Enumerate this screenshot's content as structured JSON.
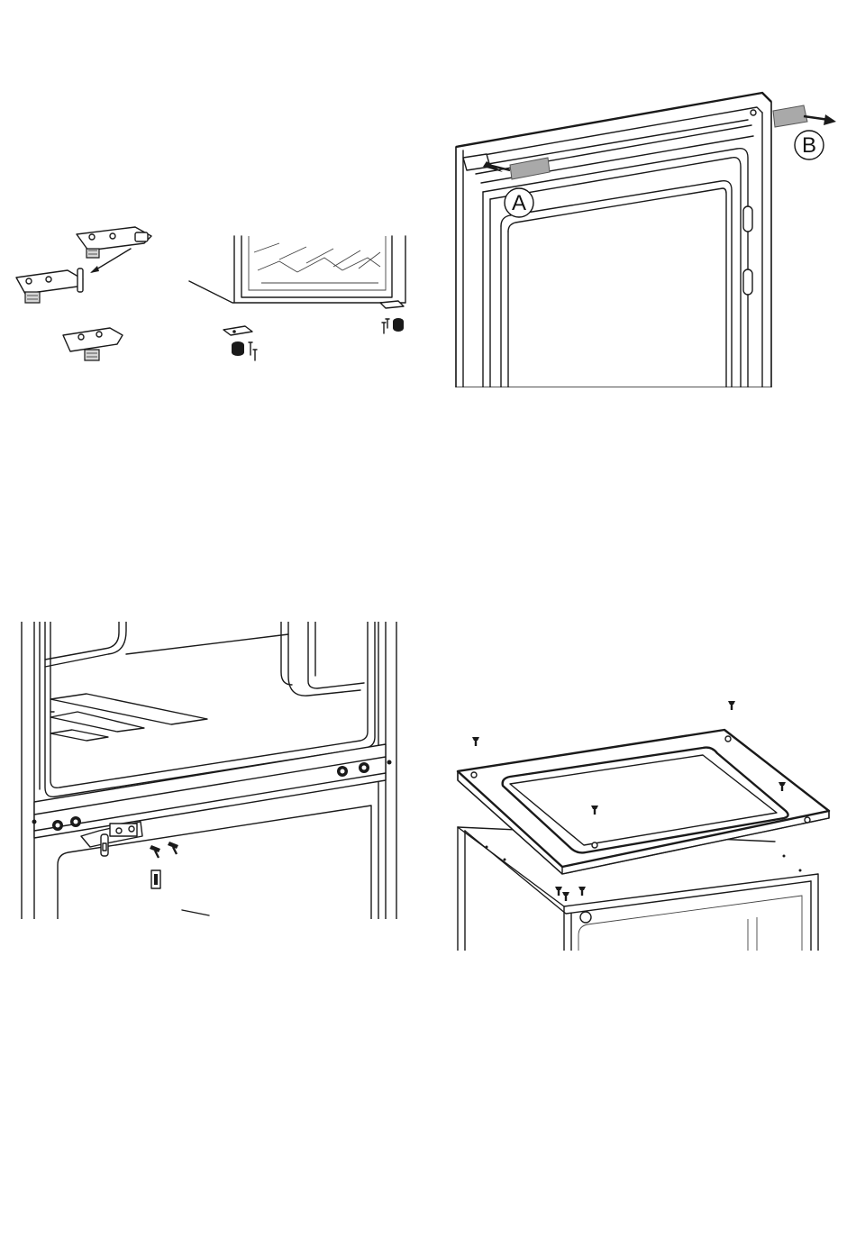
{
  "figure": {
    "panels": [
      {
        "id": "hinge-parts",
        "description_label": ""
      },
      {
        "id": "door-top-tapes",
        "description_label": ""
      },
      {
        "id": "hinge-mounting",
        "description_label": ""
      },
      {
        "id": "top-cover",
        "description_label": ""
      }
    ],
    "callouts": {
      "a": "A",
      "b": "B"
    }
  }
}
